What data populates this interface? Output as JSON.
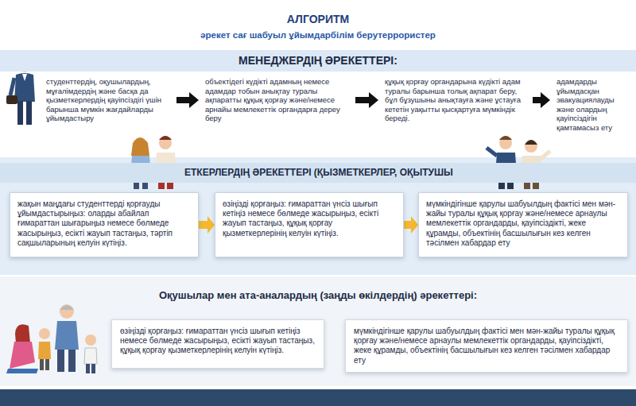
{
  "diagram": {
    "title": "АЛГОРИТМ",
    "nodes": [
      {
        "text": [
          "МЕНЕДЖЕРДІҢ ӘРЕКЕТТЕРІ:"
        ]
      },
      {
        "text": [
          "студенттердің, оқушылардың, мұғалімдердің және басқа да қызметкерлердің қауіпсіздігі үшін барынша мүмкін жағдайларды ұйымдастыру"
        ]
      },
      {
        "text": [
          "объектідегі күдікті адамның немесе адамдар тобын анықтау туралы ақпаратты құқық қорғау және/немесе арнайы мемлекеттік органдарға дереу беру"
        ]
      },
      {
        "text": [
          "құқық қорғау органдарына күдікті адам туралы барынша толық ақпарат беру, бұл бұзушыны анықтауға және ұстауға кететін уақытты қысқартуға мүмкіндік береді."
        ]
      },
      {
        "text": [
          "адамдарды ұйымдасқан эвакуациялауды және олардың қауіпсіздігін қамтамасыз ету"
        ]
      },
      {
        "text": [
          "ЕТКЕРЛЕРДІҢ ӘРЕКЕТТЕРІ (ҚЫЗМЕТКЕРЛЕР, ОҚЫТУШЫ"
        ]
      },
      {
        "text": [
          "жақын маңдағы студенттерді қорғауды ұйымдастырыңыз: оларды абайлап ғимараттан шығарыңыз немесе бөлмеде жасырыңыз, есікті жауып тастаңыз, тәртіп сақшыларының келуін күтіңіз."
        ]
      },
      {
        "text": [
          "өзіңізді қорғаңыз: ғимараттан үнсіз шығып кетіңіз немесе бөлмеде жасырыңыз, есікті жауып тастаңыз, құқық қорғау қызметкерлерінің келуін күтіңіз."
        ]
      },
      {
        "text": [
          "мүмкіндігінше қарулы шабуылдың фактісі мен мән-жайы туралы құқық қорғау және/немесе арнаулы мемлекеттік органдарды, қауіпсіздікті, жеке құрамды, объектінің басшылығын кез келген тәсілмен хабардар ету"
        ]
      },
      {
        "text": [
          "Оқушылар мен ата-аналардың (заңды өкілдердің) әрекеттері:"
        ]
      },
      {
        "text": [
          "өзіңізді қорғаңыз: ғимараттан үнсіз шығып кетіңіз немесе бөлмеде жасырыңыз, есікті жауып тастаңыз, құқық қорғау қызметкерлерінің келуін күтіңіз."
        ]
      },
      {
        "text": [
          "мүмкіндігінше қарулы шабуылдың фактісі мен мән-жайы туралы құқық қорғау және/немесе арнаулы мемлекеттік органдарды, қауіпсіздікті, жеке құрамды, объектінің басшылығын кез келген тәсілмен хабардар ету"
        ]
      }
    ],
    "edges": [
      {
        "from": 1,
        "to": 2,
        "arrow": "to"
      },
      {
        "from": 2,
        "to": 3,
        "arrow": "to"
      },
      {
        "from": 3,
        "to": 4,
        "arrow": "to"
      },
      {
        "from": 6,
        "to": 7,
        "arrow": "to"
      },
      {
        "from": 7,
        "to": 8,
        "arrow": "to"
      }
    ],
    "labels": [
      "әрекет сағ шабуыл ұйымдарбілім берутеррористер"
    ]
  }
}
